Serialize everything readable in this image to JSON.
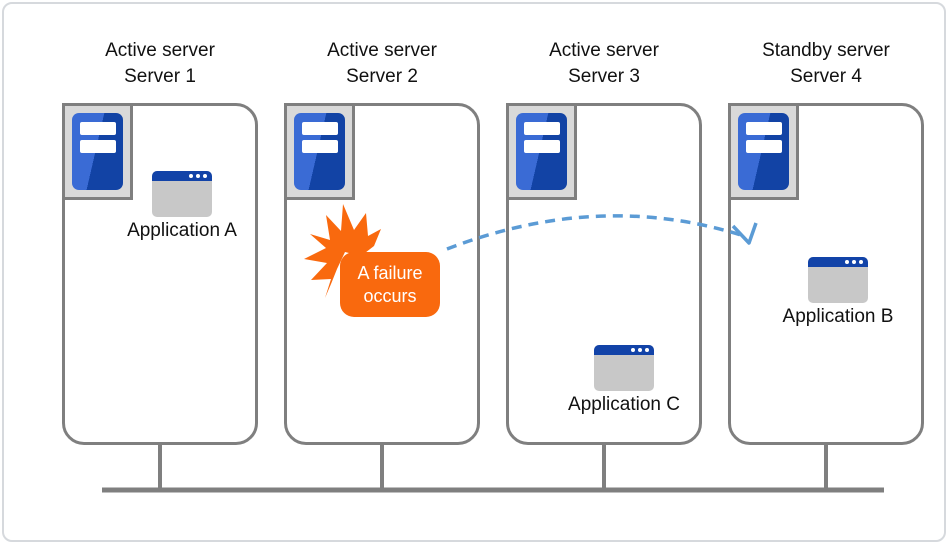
{
  "colors": {
    "accent_orange": "#f9690e",
    "arrow_blue": "#5b9bd5",
    "server_border_gray": "#7f7f7f",
    "server_icon_plate_gray": "#d9d9d9",
    "tower_blue_light": "#3a6bd5",
    "tower_blue_dark": "#1243a5",
    "app_titlebar_blue": "#1243a8",
    "app_body_gray": "#c8c8c8",
    "network_line_gray": "#7f7f7f"
  },
  "servers": [
    {
      "role": "Active server",
      "name": "Server 1",
      "icon": "server-tower-icon",
      "app": {
        "icon": "app-window-icon",
        "label": "Application A"
      }
    },
    {
      "role": "Active server",
      "name": "Server 2",
      "icon": "server-tower-icon",
      "failure": {
        "icon": "explosion-starburst-icon",
        "text": "A failure occurs"
      }
    },
    {
      "role": "Active server",
      "name": "Server 3",
      "icon": "server-tower-icon",
      "app": {
        "icon": "app-window-icon",
        "label": "Application C"
      }
    },
    {
      "role": "Standby server",
      "name": "Server 4",
      "icon": "server-tower-icon",
      "app": {
        "icon": "app-window-icon",
        "label": "Application B"
      }
    }
  ],
  "failover_arrow": {
    "style": "dashed-curved",
    "from": "Server 2",
    "to": "Server 4",
    "color": "#5b9bd5"
  },
  "network": {
    "type": "bus-line",
    "color": "#7f7f7f"
  }
}
